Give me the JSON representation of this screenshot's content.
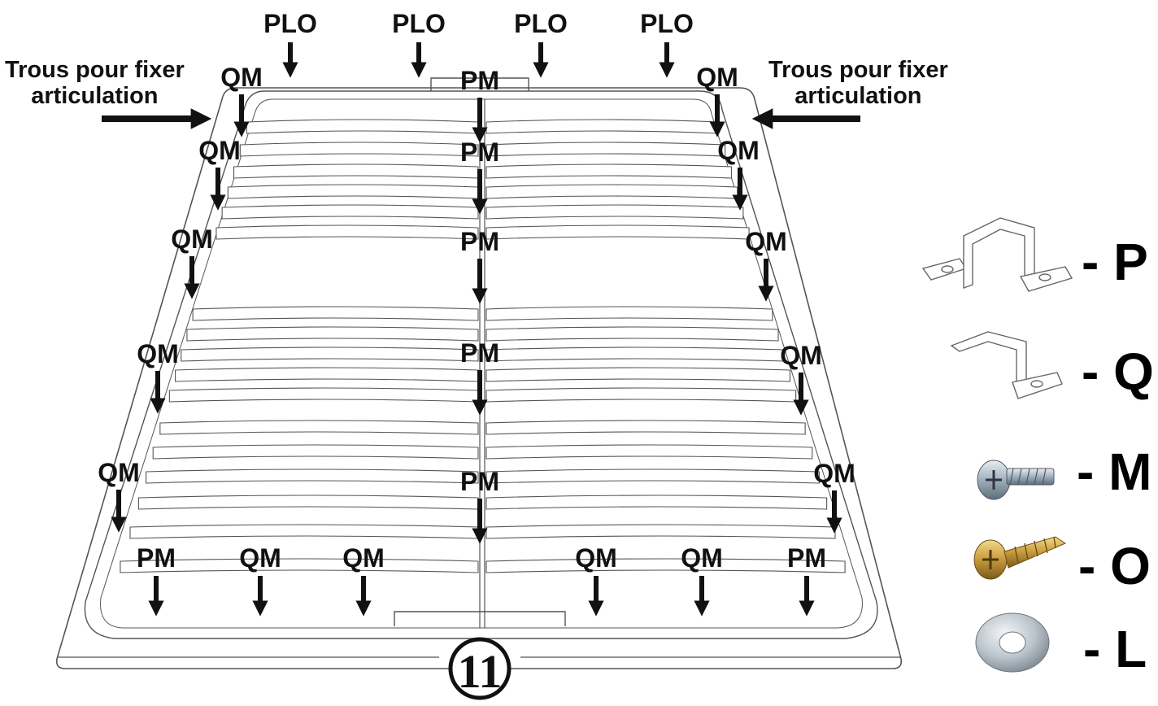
{
  "notes": {
    "left": {
      "line1": "Trous pour fixer",
      "line2": "articulation"
    },
    "right": {
      "line1": "Trous pour fixer",
      "line2": "articulation"
    }
  },
  "top_labels": [
    "PLO",
    "PLO",
    "PLO",
    "PLO"
  ],
  "center_labels": [
    "PM",
    "PM",
    "PM",
    "PM",
    "PM"
  ],
  "left_labels": [
    "QM",
    "QM",
    "QM",
    "QM",
    "QM"
  ],
  "right_labels": [
    "QM",
    "QM",
    "QM",
    "QM",
    "QM"
  ],
  "bottom_labels": [
    "PM",
    "QM",
    "QM",
    "QM",
    "QM",
    "PM"
  ],
  "step_number": "11",
  "legend": [
    {
      "item": "bracket-p",
      "text": "- P"
    },
    {
      "item": "bracket-q",
      "text": "- Q"
    },
    {
      "item": "machine-screw",
      "text": "- M"
    },
    {
      "item": "wood-screw",
      "text": "- O"
    },
    {
      "item": "washer",
      "text": "- L"
    }
  ]
}
